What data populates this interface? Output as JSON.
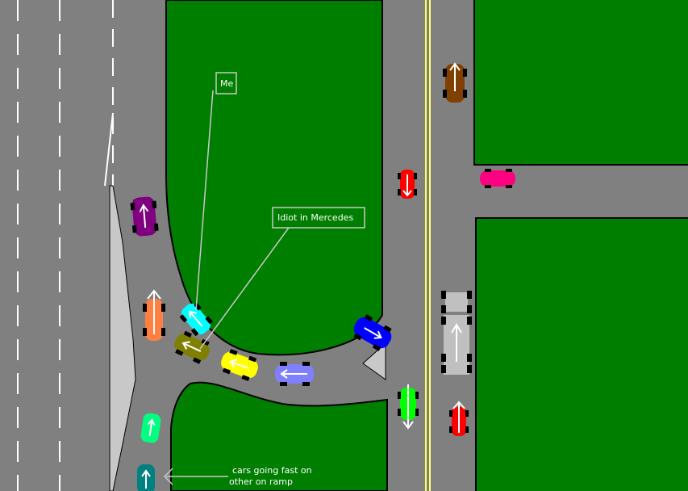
{
  "labels": {
    "me": "Me",
    "idiot": "Idiot in Mercedes",
    "note_line1": "cars going fast on",
    "note_line2": "other on ramp"
  },
  "colors": {
    "road": "#808080",
    "grass": "#007e00",
    "line": "#ffffff",
    "center_line": "#ffff66",
    "shoulder": "#c8c8c8",
    "tire": "#000000"
  },
  "cars": [
    {
      "id": "purple",
      "color": "#800080"
    },
    {
      "id": "orange",
      "color": "#ff8040"
    },
    {
      "id": "cyan-me",
      "color": "#00ffff"
    },
    {
      "id": "olive-mercedes",
      "color": "#808000"
    },
    {
      "id": "yellow",
      "color": "#ffff00"
    },
    {
      "id": "lavender",
      "color": "#8080ff"
    },
    {
      "id": "blue",
      "color": "#0000ff"
    },
    {
      "id": "green-light",
      "color": "#00ff80"
    },
    {
      "id": "teal",
      "color": "#008080"
    },
    {
      "id": "brown",
      "color": "#804000"
    },
    {
      "id": "red-top",
      "color": "#ff0000"
    },
    {
      "id": "pink",
      "color": "#ff0080"
    },
    {
      "id": "green",
      "color": "#00ff00"
    },
    {
      "id": "red-bottom",
      "color": "#ff0000"
    },
    {
      "id": "gray-truck",
      "color": "#c0c0c0"
    }
  ]
}
